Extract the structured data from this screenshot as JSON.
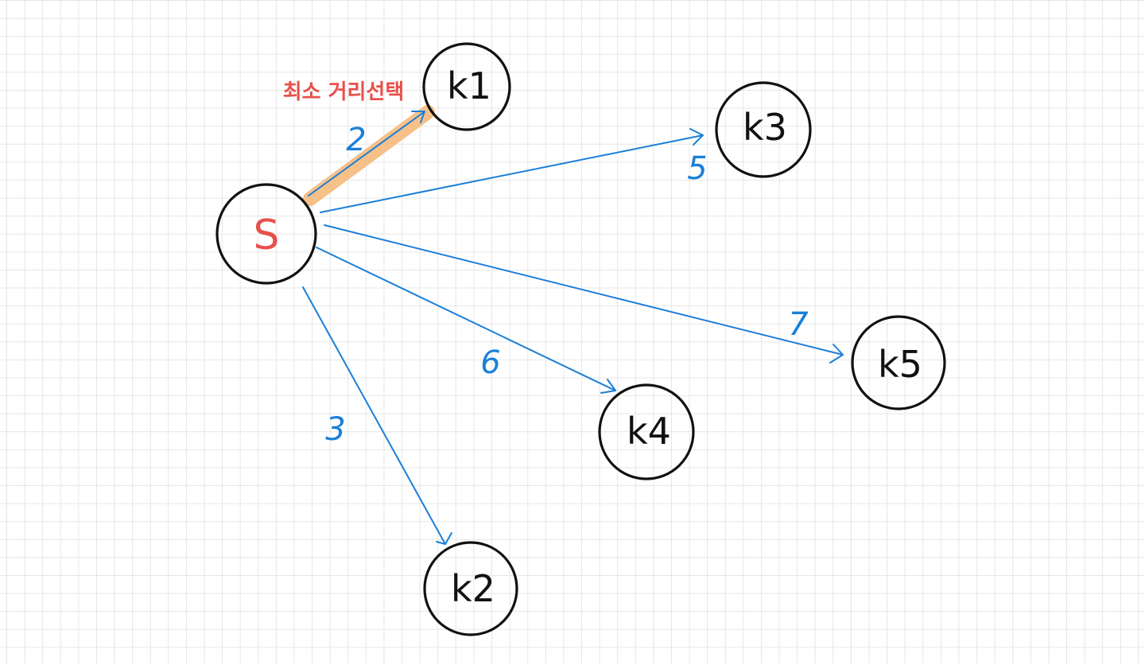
{
  "note": "최소 거리선택",
  "colors": {
    "edge": "#1a7fd8",
    "node_stroke": "#111111",
    "source_text": "#e8504b",
    "highlight": "#f6c089",
    "note": "#e8504b"
  },
  "nodes": {
    "S": "S",
    "k1": "k1",
    "k2": "k2",
    "k3": "k3",
    "k4": "k4",
    "k5": "k5"
  },
  "edges": [
    {
      "from": "S",
      "to": "k1",
      "weight": "2",
      "selected": true
    },
    {
      "from": "S",
      "to": "k3",
      "weight": "5",
      "selected": false
    },
    {
      "from": "S",
      "to": "k5",
      "weight": "7",
      "selected": false
    },
    {
      "from": "S",
      "to": "k4",
      "weight": "6",
      "selected": false
    },
    {
      "from": "S",
      "to": "k2",
      "weight": "3",
      "selected": false
    }
  ]
}
